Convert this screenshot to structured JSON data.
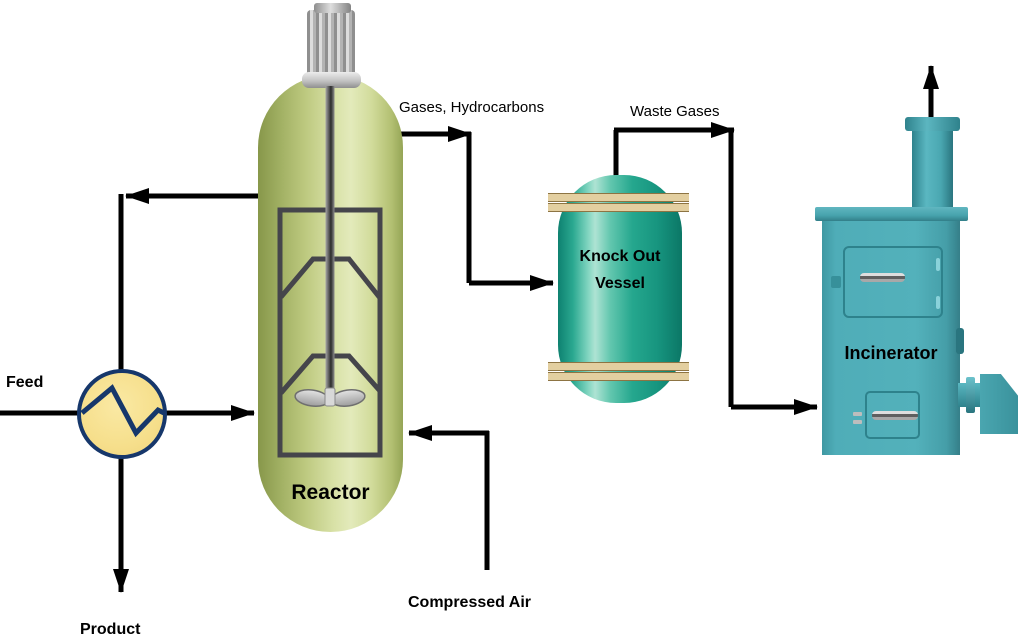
{
  "diagram": {
    "type": "process-flow-diagram",
    "streams": {
      "feed": "Feed",
      "product": "Product",
      "compressed_air": "Compressed Air",
      "gases_hydrocarbons": "Gases, Hydrocarbons",
      "waste_gases": "Waste Gases"
    },
    "equipment": {
      "reactor": "Reactor",
      "knock_out_line1": "Knock Out",
      "knock_out_line2": "Vessel",
      "incinerator": "Incinerator"
    },
    "colors": {
      "stream_line": "#000000",
      "exchanger_fill": "#f6df8c",
      "exchanger_border": "#16376b",
      "reactor_fill": "#cdd890",
      "knockout_fill": "#2aa890",
      "band_fill": "#e3cfa0",
      "incinerator_fill": "#4dabb6",
      "metal_gray": "#c0c0c0"
    }
  }
}
